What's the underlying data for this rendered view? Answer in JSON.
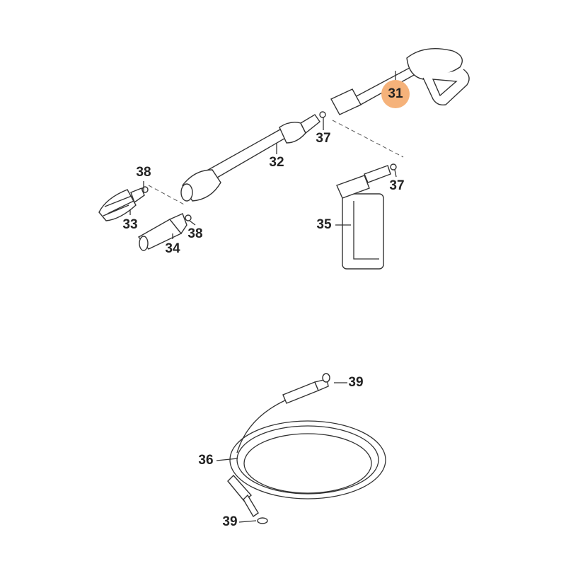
{
  "diagram": {
    "highlight_color": "#F5B27A",
    "labels": [
      {
        "id": "gun",
        "text": "31",
        "highlighted": true
      },
      {
        "id": "oring-lance",
        "text": "37"
      },
      {
        "id": "lance",
        "text": "32"
      },
      {
        "id": "oring-rotary",
        "text": "38"
      },
      {
        "id": "rotary-nozzle",
        "text": "33"
      },
      {
        "id": "vario-nozzle",
        "text": "34"
      },
      {
        "id": "oring-vario",
        "text": "38"
      },
      {
        "id": "oring-foam",
        "text": "37"
      },
      {
        "id": "foam-bottle",
        "text": "35"
      },
      {
        "id": "oring-hose-top",
        "text": "39"
      },
      {
        "id": "hose",
        "text": "36"
      },
      {
        "id": "oring-hose-bottom",
        "text": "39"
      }
    ]
  }
}
